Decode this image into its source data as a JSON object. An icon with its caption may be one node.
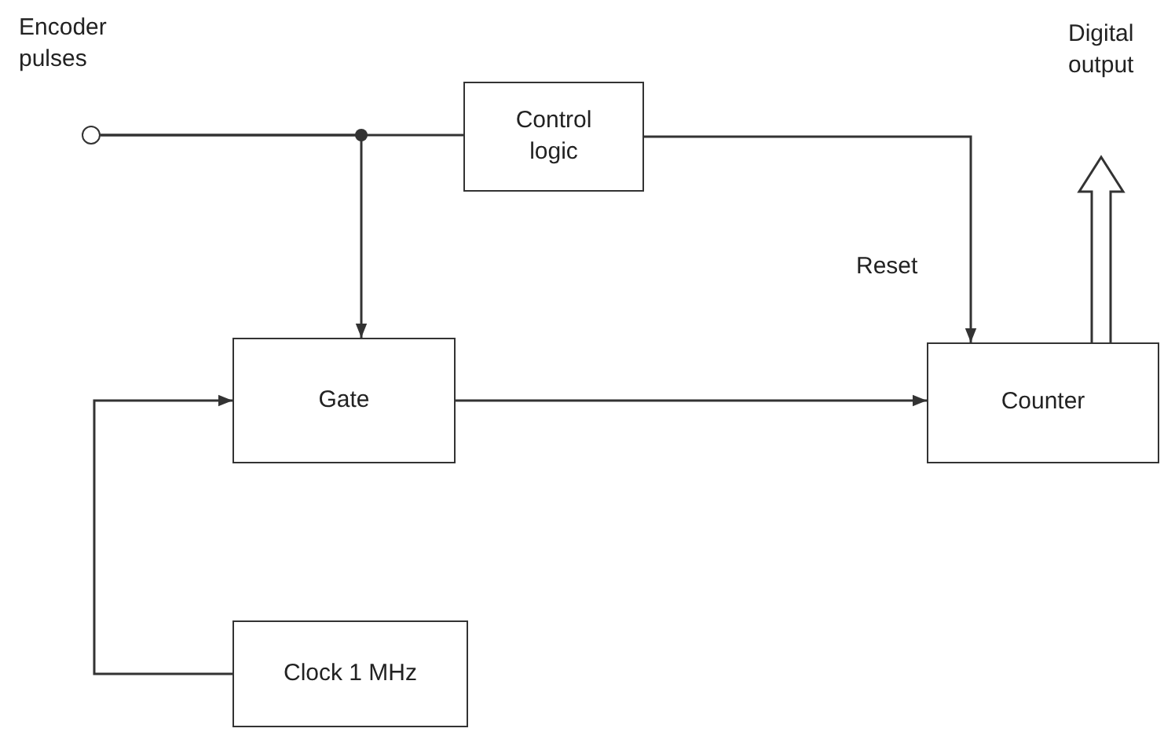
{
  "diagram": {
    "nodes": [
      {
        "text": [],
        "shape": "circle",
        "beside": [
          "Encoder pulses"
        ]
      },
      {
        "text": [
          "Control logic"
        ]
      },
      {
        "text": [
          "Gate"
        ]
      },
      {
        "text": [
          "Counter"
        ]
      },
      {
        "text": [
          "Clock 1 MHz"
        ]
      }
    ],
    "edges": [
      {
        "from": 0,
        "to": 1,
        "arrow": "none"
      },
      {
        "from": 0,
        "to": 2,
        "arrow": "to"
      },
      {
        "from": 1,
        "to": 3,
        "arrow": "to",
        "label": "Reset"
      },
      {
        "from": 2,
        "to": 3,
        "arrow": "to"
      },
      {
        "from": 4,
        "to": 2,
        "arrow": "to"
      },
      {
        "from": 3,
        "to": null,
        "arrow": "to",
        "style": "thick"
      }
    ],
    "labels": [
      "Digital output"
    ]
  }
}
